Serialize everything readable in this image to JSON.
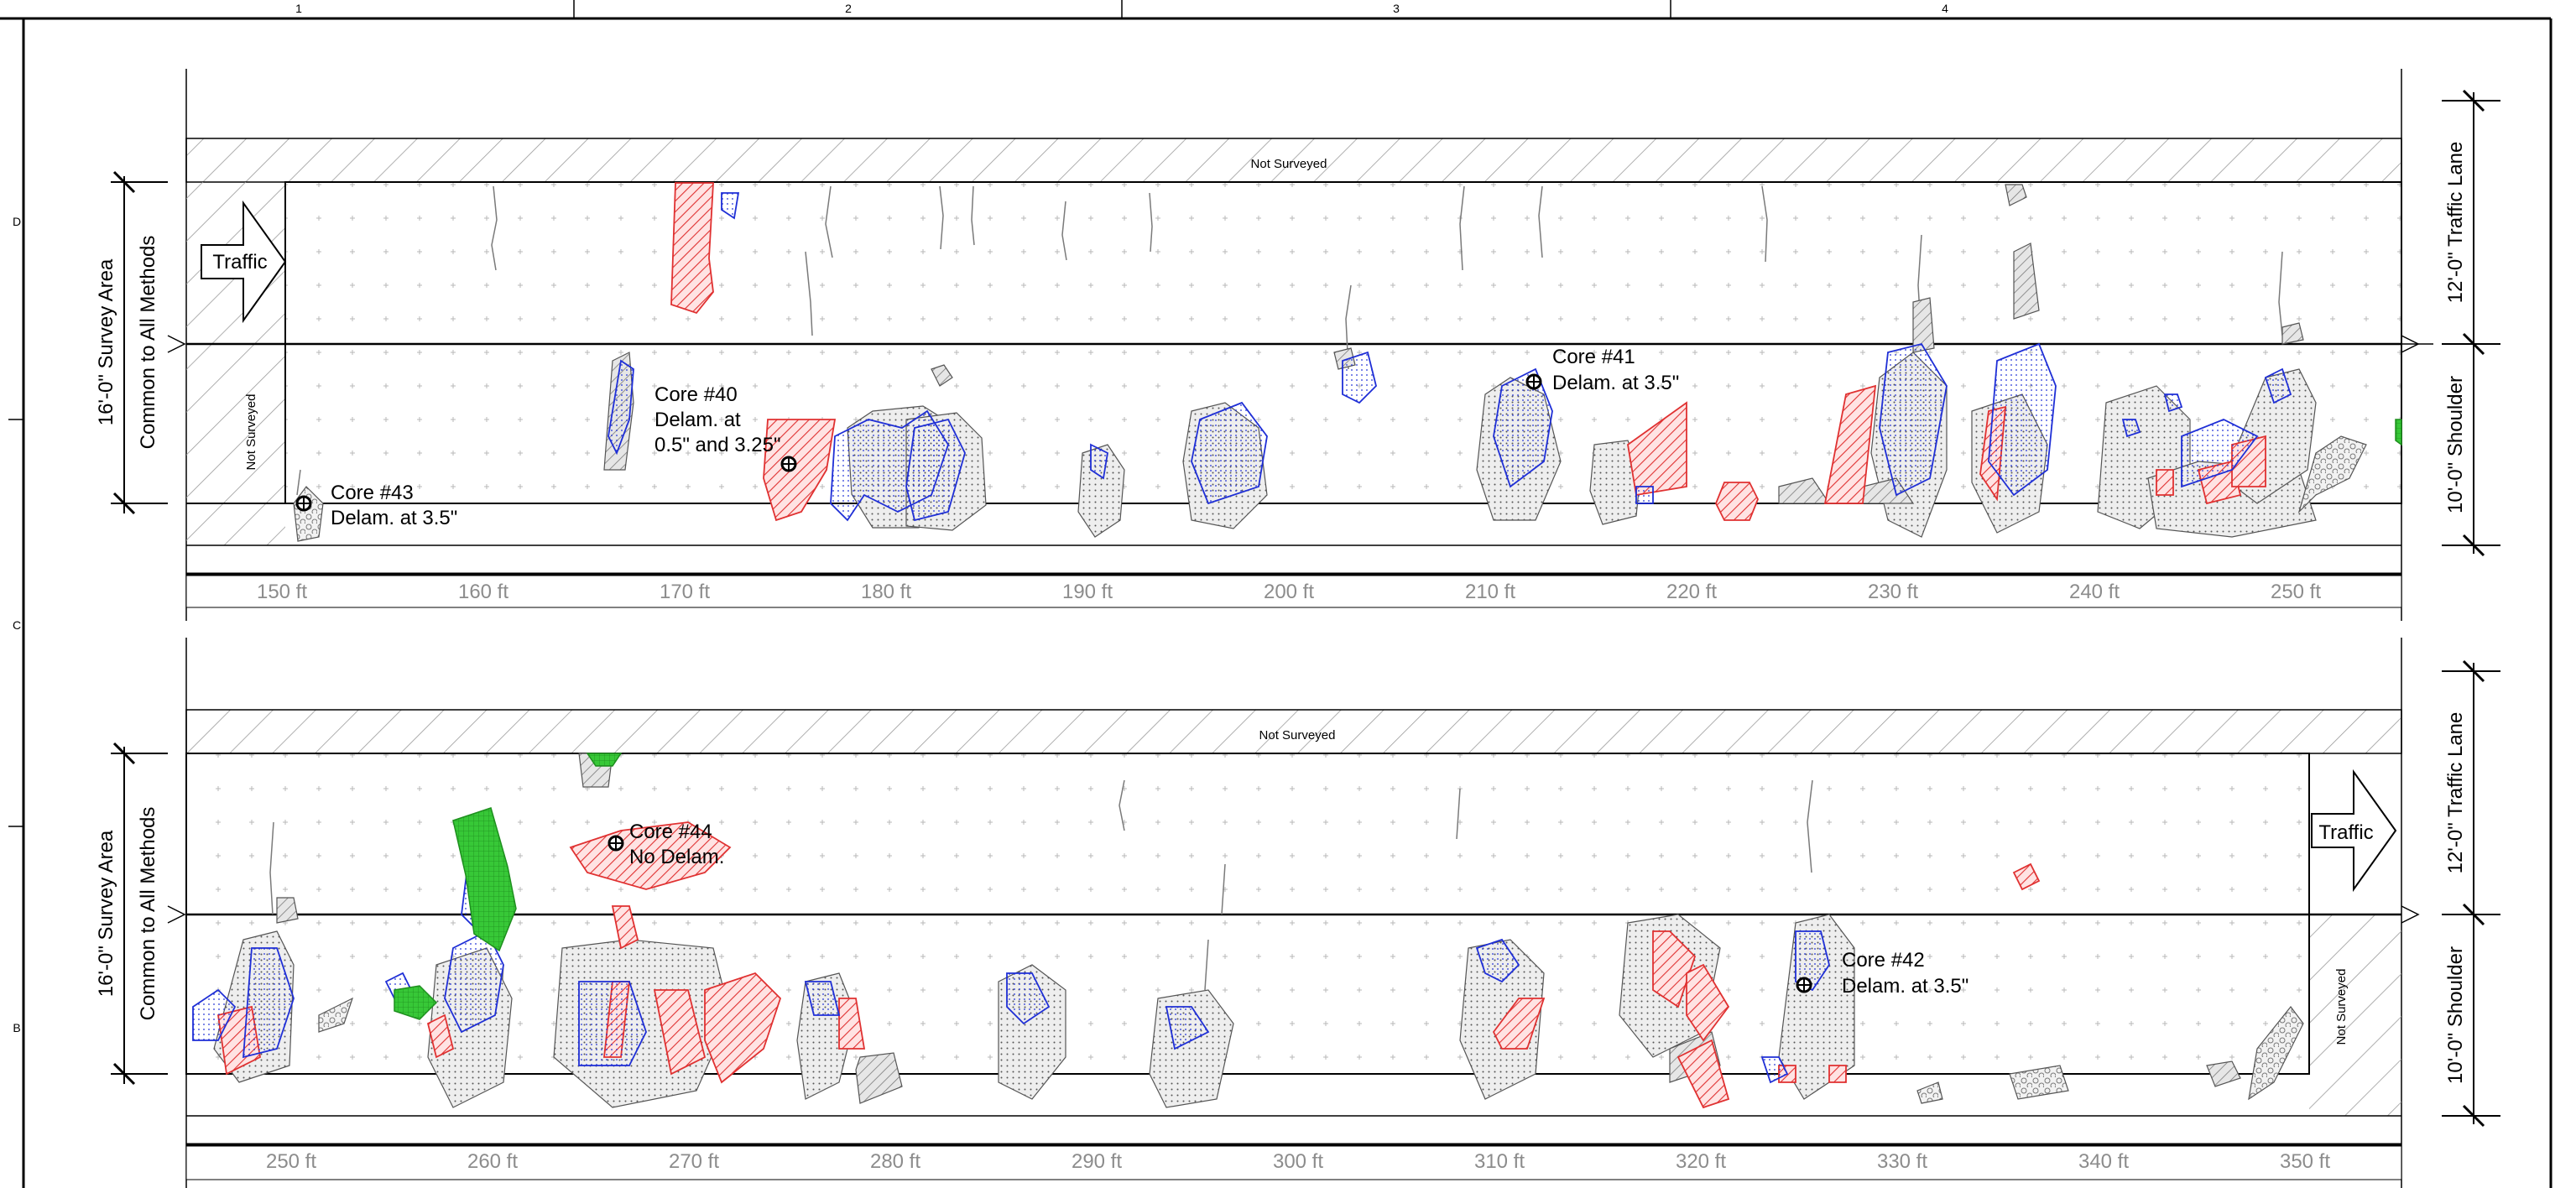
{
  "grid_columns": [
    "1",
    "2",
    "3",
    "4"
  ],
  "grid_rows": [
    "D",
    "C",
    "B"
  ],
  "colors": {
    "line": "#000000",
    "delam_red": "#e03131",
    "blue_outline": "#1f2fd6",
    "green_fill": "#37c837",
    "gray_hatch": "#8a8a8a",
    "axis_text": "#8c8c8c"
  },
  "panels": [
    {
      "id": "upper",
      "not_surveyed_top": "Not Surveyed",
      "not_surveyed_side": "Not Surveyed",
      "traffic_label": "Traffic",
      "traffic_direction": "right, at start of survey",
      "left_dimension": {
        "line1": "16'-0\" Survey Area",
        "line2": "Common to All Methods"
      },
      "right_dimensions": {
        "upper": "12'-0\" Traffic Lane",
        "lower": "10'-0\" Shoulder"
      },
      "axis_ticks": [
        "150 ft",
        "160 ft",
        "170 ft",
        "180 ft",
        "190 ft",
        "200 ft",
        "210 ft",
        "220 ft",
        "230 ft",
        "240 ft",
        "250 ft"
      ],
      "cores": [
        {
          "label": "Core #43",
          "note": "Delam. at 3.5\""
        },
        {
          "label": "Core #40",
          "note": "Delam. at",
          "note2": "0.5\" and 3.25\""
        },
        {
          "label": "Core #41",
          "note": "Delam. at 3.5\""
        }
      ]
    },
    {
      "id": "lower",
      "not_surveyed_top": "Not Surveyed",
      "not_surveyed_side": "Not Surveyed",
      "traffic_label": "Traffic",
      "traffic_direction": "right, at end of survey",
      "left_dimension": {
        "line1": "16'-0\" Survey Area",
        "line2": "Common to All Methods"
      },
      "right_dimensions": {
        "upper": "12'-0\" Traffic Lane",
        "lower": "10'-0\" Shoulder"
      },
      "axis_ticks": [
        "250 ft",
        "260 ft",
        "270 ft",
        "280 ft",
        "290 ft",
        "300 ft",
        "310 ft",
        "320 ft",
        "330 ft",
        "340 ft",
        "350 ft"
      ],
      "cores": [
        {
          "label": "Core #44",
          "note": "No Delam."
        },
        {
          "label": "Core #42",
          "note": "Delam. at 3.5\""
        }
      ]
    }
  ]
}
